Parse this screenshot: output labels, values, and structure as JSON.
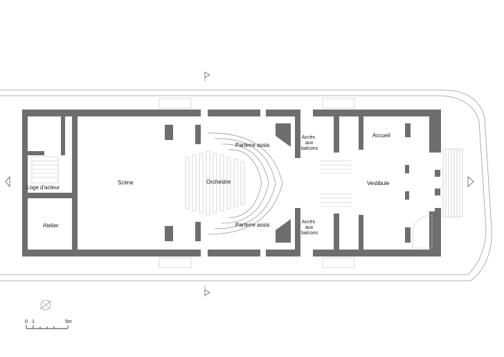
{
  "rooms": {
    "loge": "Loge d'acteur",
    "atelier": "Atelier",
    "scene": "Scène",
    "orchestre": "Orchestre",
    "parterre_top": "Parterre assis",
    "parterre_bottom": "Parterre assis",
    "acces_top": [
      "Accès",
      "aux",
      "balcons"
    ],
    "acces_bottom": [
      "Accès",
      "aux",
      "balcons"
    ],
    "accueil": "Accueil",
    "vestibule": "Vestibule"
  },
  "scale": {
    "ticks": [
      "0",
      "1",
      "5m"
    ]
  },
  "colors": {
    "wall": "#6e6e6e",
    "outline": "#9a9a9a",
    "seats": "#bdbdbd"
  }
}
